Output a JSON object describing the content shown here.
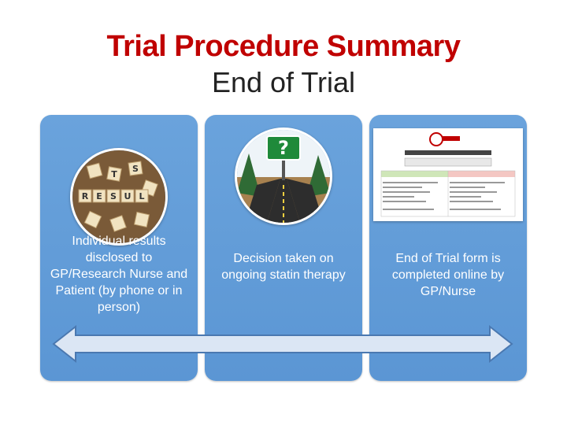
{
  "title": "Trial Procedure Summary",
  "subtitle": "End of Trial",
  "panels": [
    {
      "text": "Individual results disclosed to GP/Research Nurse and Patient (by phone or in person)",
      "image": "scrabble-results-icon"
    },
    {
      "text": "Decision taken on ongoing statin therapy",
      "image": "crossroads-question-icon"
    },
    {
      "text": "End of Trial form is completed online by GP/Nurse",
      "image": "end-of-trial-form-thumbnail"
    }
  ],
  "arrow": {
    "direction": "double",
    "color": "#dbe6f4"
  },
  "colors": {
    "title": "#c00000",
    "panel": "#5b96d4"
  }
}
